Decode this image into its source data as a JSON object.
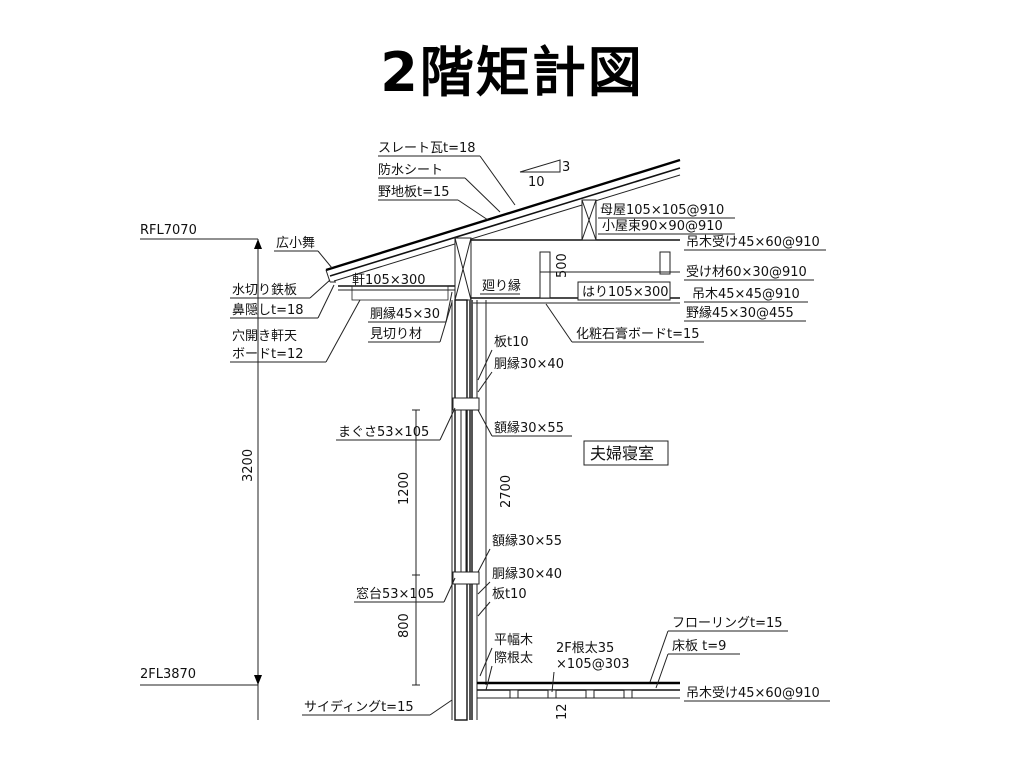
{
  "title": "2階矩計図",
  "levels": {
    "rfl": "RFL7070",
    "fl2": "2FL3870"
  },
  "dims": {
    "d3200": "3200",
    "d1200": "1200",
    "d800": "800",
    "d2700": "2700",
    "d500": "500",
    "d12": "12"
  },
  "slope": {
    "rise": "3",
    "run": "10"
  },
  "room": "夫婦寝室",
  "labels": {
    "slate": "スレート瓦t=18",
    "waterproof": "防水シート",
    "sheathing": "野地板t=15",
    "purlin": "母屋105×105@910",
    "strut": "小屋束90×90@910",
    "hanger_support": "吊木受け45×60@910",
    "receiver": "受け材60×30@910",
    "hanger": "吊木45×45@910",
    "nobuchi": "野縁45×30@455",
    "hirokomai": "広小舞",
    "mizukiri": "水切り鉄板",
    "hanakakushi": "鼻隠しt=18",
    "anaaki1": "穴開き軒天",
    "anaaki2": "ボードt=12",
    "noki": "軒105×300",
    "doubuchi_eave": "胴縁45×30",
    "mikiri": "見切り材",
    "mawaribuchi": "廻り縁",
    "beam": "はり105×300",
    "gypsum": "化粧石膏ボードt=15",
    "ita_upper": "板t10",
    "doubuchi_upper": "胴縁30×40",
    "magusa": "まぐさ53×105",
    "gakubuchi_upper": "額縁30×55",
    "gakubuchi_lower": "額縁30×55",
    "doubuchi_lower": "胴縁30×40",
    "sill": "窓台53×105",
    "ita_lower": "板t10",
    "hirahaba": "平幅木",
    "kiwanebuto": "際根太",
    "flooring": "フローリングt=15",
    "subfloor": "床板 t=9",
    "joist1": "2F根太35",
    "joist2": "×105@303",
    "siding": "サイディングt=15",
    "hanger_support2": "吊木受け45×60@910"
  }
}
